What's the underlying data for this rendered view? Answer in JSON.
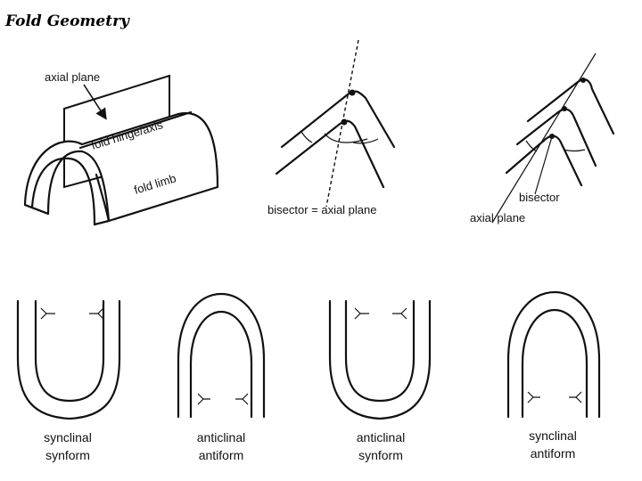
{
  "title": "Fold Geometry",
  "labels": {
    "axial_plane_block": "axial plane",
    "fold_hinge_axis": "fold hinge/axis",
    "fold_limb": "fold limb",
    "bisector_axial_plane": "bisector = axial plane",
    "bisector": "bisector",
    "axial_plane_asym": "axial plane"
  },
  "fold_types": [
    {
      "line1": "synclinal",
      "line2": "synform"
    },
    {
      "line1": "anticlinal",
      "line2": "antiform"
    },
    {
      "line1": "anticlinal",
      "line2": "synform"
    },
    {
      "line1": "synclinal",
      "line2": "antiform"
    }
  ]
}
